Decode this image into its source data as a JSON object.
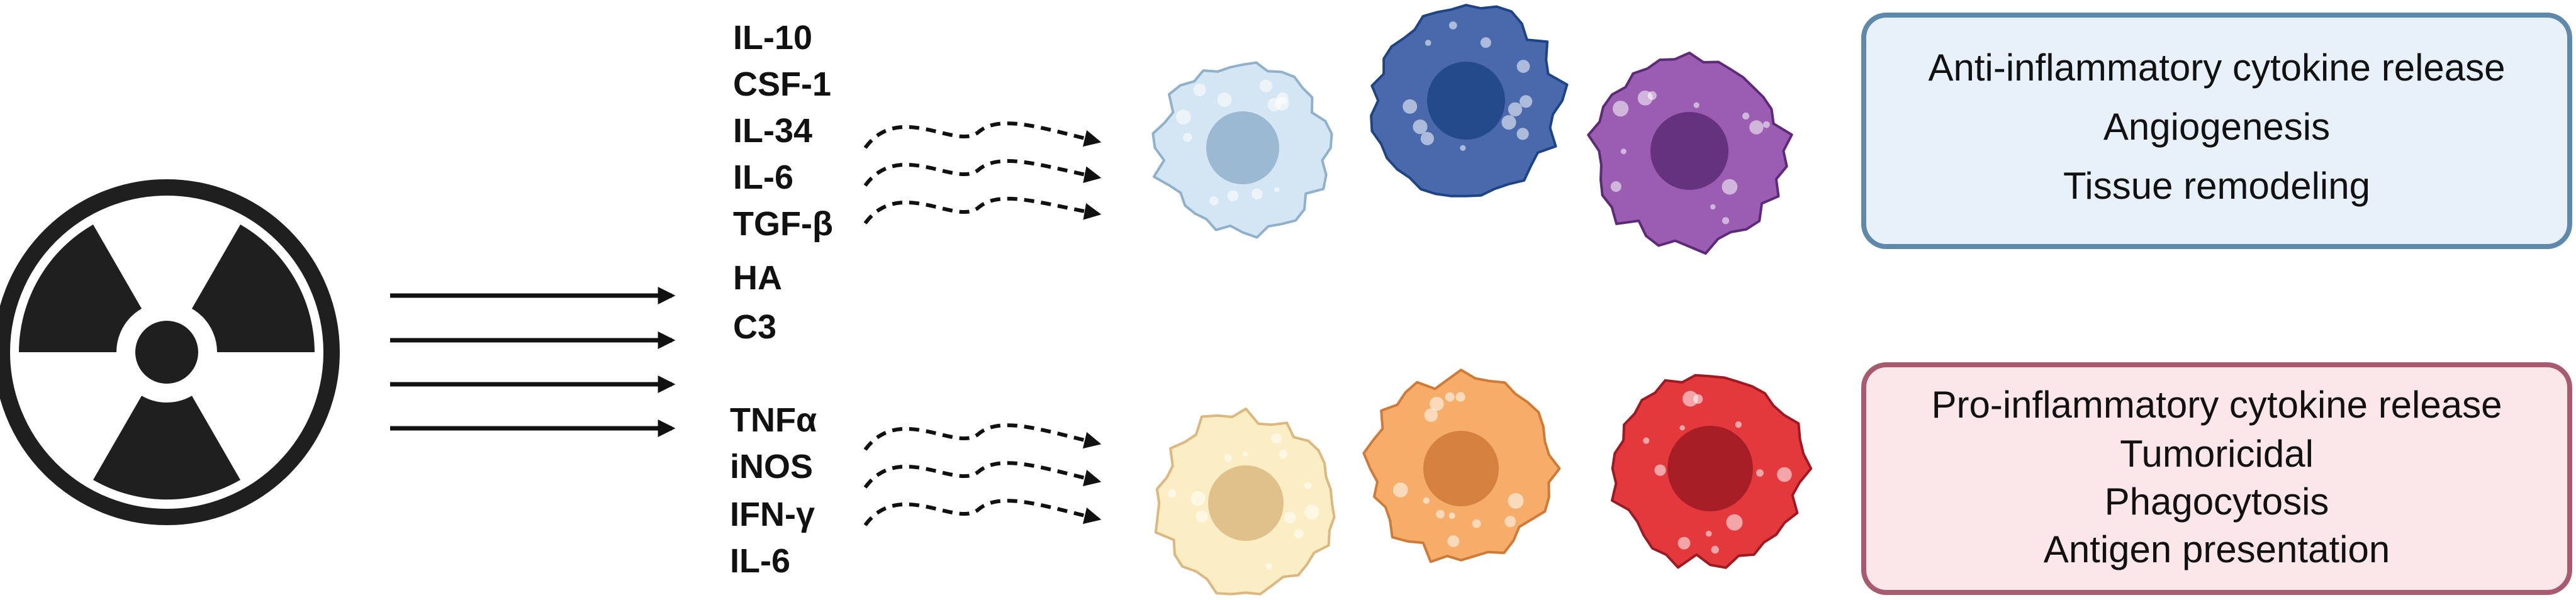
{
  "cytokines": {
    "top": [
      "IL-10",
      "CSF-1",
      "IL-34",
      "IL-6",
      "TGF-β",
      "HA",
      "C3"
    ],
    "bottom": [
      "TNFα",
      "iNOS",
      "IFN-γ",
      "IL-6"
    ]
  },
  "outcomes": {
    "anti": [
      "Anti-inflammatory cytokine release",
      "Angiogenesis",
      "Tissue remodeling"
    ],
    "pro": [
      "Pro-inflammatory cytokine release",
      "Tumoricidal",
      "Phagocytosis",
      "Antigen presentation"
    ]
  },
  "icons": {
    "radiation": "radiation-symbol-icon",
    "cells_top": [
      "light-blue-macrophage",
      "blue-macrophage",
      "purple-macrophage"
    ],
    "cells_bottom": [
      "pale-yellow-macrophage",
      "orange-macrophage",
      "red-macrophage"
    ]
  },
  "colors": {
    "anti_box_fill": "#e8f1fa",
    "anti_box_stroke": "#5e89aa",
    "pro_box_fill": "#fbe6ea",
    "pro_box_stroke": "#a85a6e",
    "cell_light_blue": [
      "#d4e6f3",
      "#8fb1cc"
    ],
    "cell_blue": [
      "#4a69ad",
      "#1d4585"
    ],
    "cell_purple": [
      "#9a5db1",
      "#5c2a78"
    ],
    "cell_pale_yellow": [
      "#fbedc4",
      "#dcb880"
    ],
    "cell_orange": [
      "#f6ad6a",
      "#cf7a37"
    ],
    "cell_red": [
      "#e4393c",
      "#9e1a22"
    ]
  }
}
